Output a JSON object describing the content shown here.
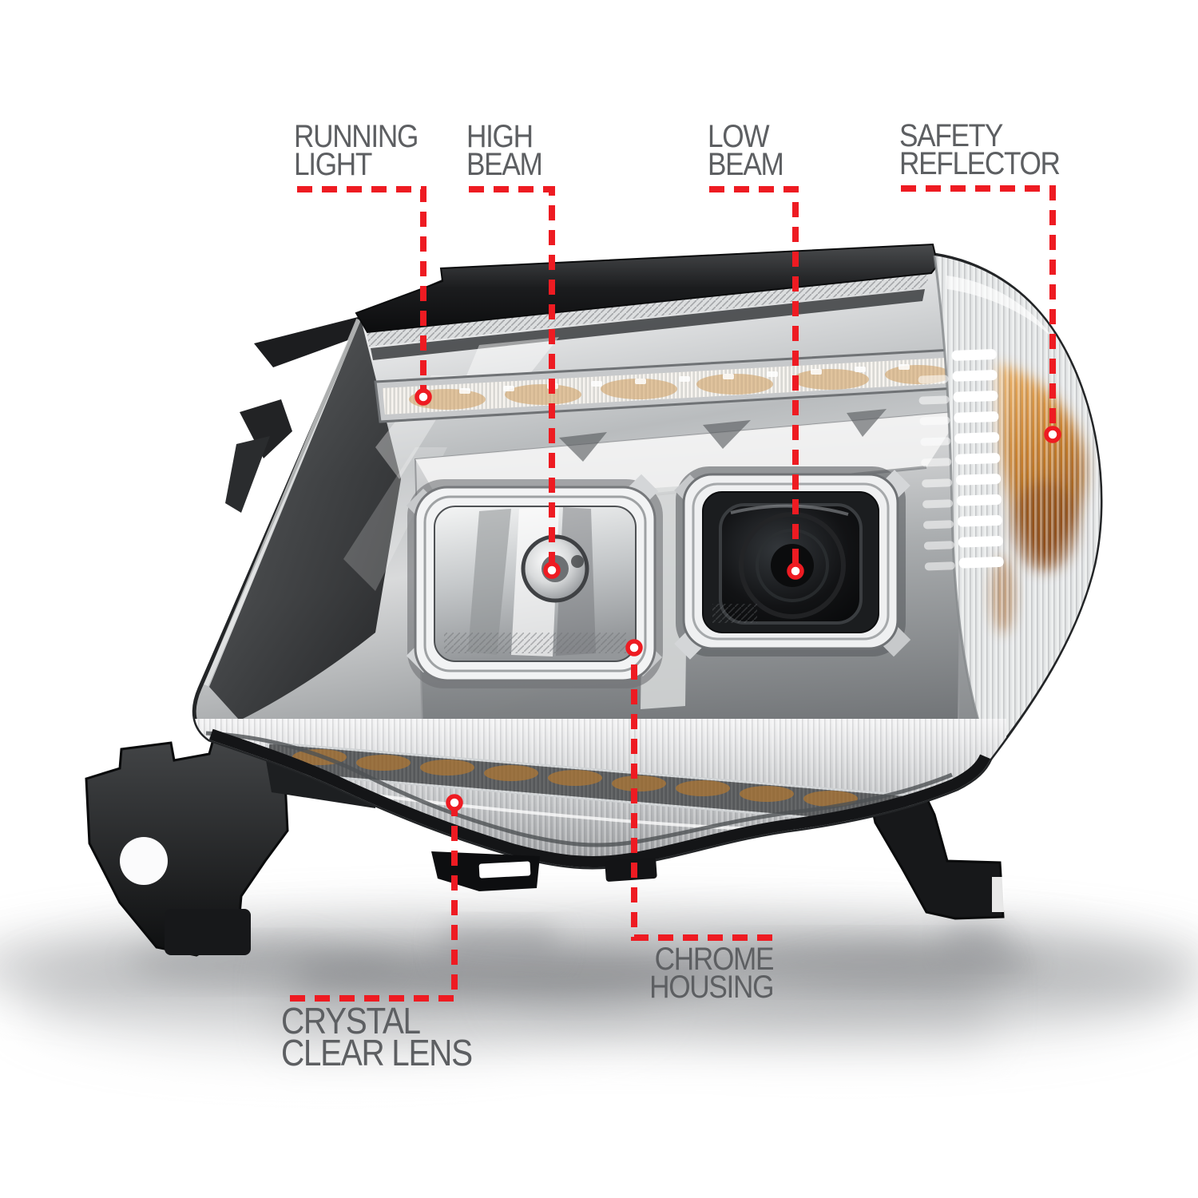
{
  "colors": {
    "leader_red": "#ee1b22",
    "label_gray": "#5d5f62",
    "amber_reflector": "#c87f2a",
    "chrome_light": "#d9dbdc",
    "housing_dark": "#141517",
    "background": "#ffffff"
  },
  "callouts": {
    "running_light": {
      "line1": "RUNNING",
      "line2": "LIGHT"
    },
    "high_beam": {
      "line1": "HIGH",
      "line2": "BEAM"
    },
    "low_beam": {
      "line1": "LOW",
      "line2": "BEAM"
    },
    "safety_reflector": {
      "line1": "SAFETY",
      "line2": "REFLECTOR"
    },
    "chrome_housing": {
      "line1": "CHROME",
      "line2": "HOUSING"
    },
    "crystal_clear_lens": {
      "line1": "CRYSTAL",
      "line2": "CLEAR LENS"
    }
  }
}
